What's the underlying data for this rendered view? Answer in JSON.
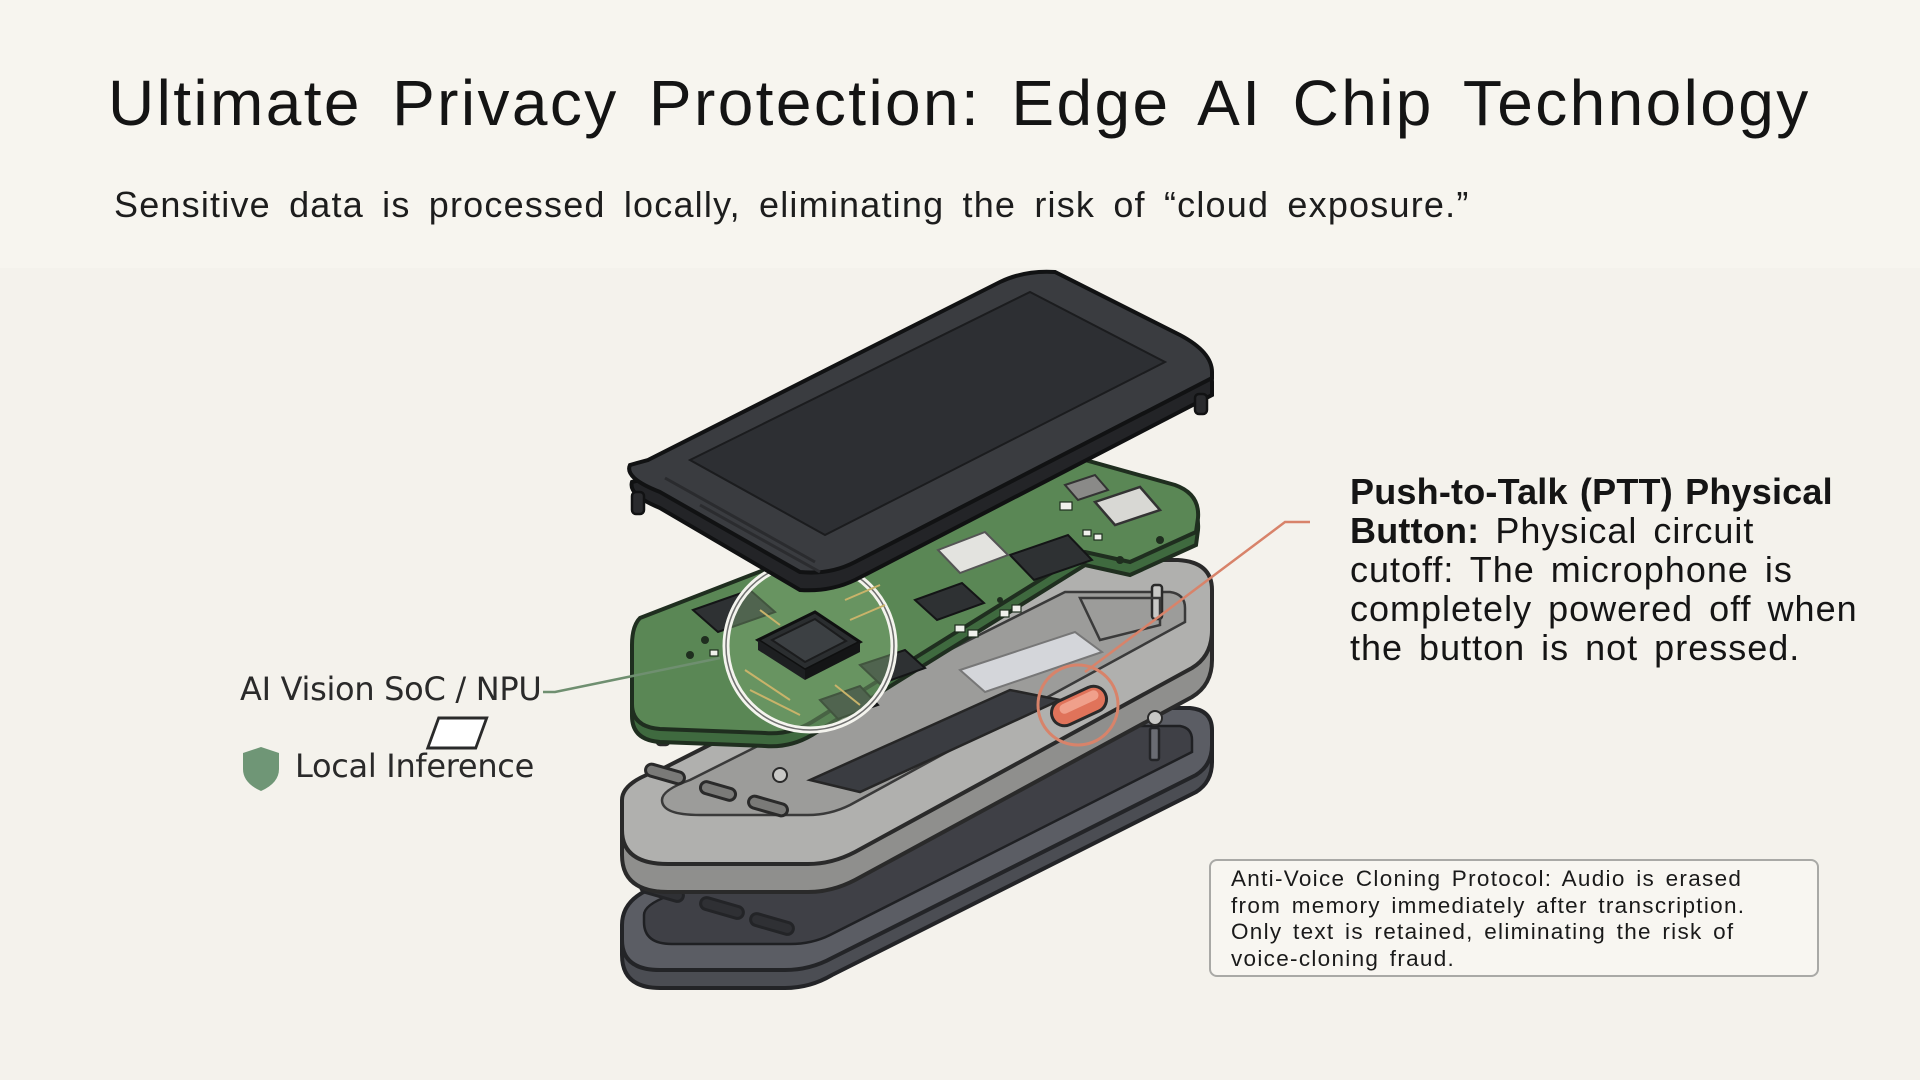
{
  "header": {
    "title": "Ultimate Privacy Protection: Edge AI Chip Technology",
    "subtitle": "Sensitive data is processed locally, eliminating the risk of  “cloud exposure.”"
  },
  "labels": {
    "soc": "AI Vision SoC / NPU",
    "local_inference": "Local Inference",
    "ptt_title": "Push-to-Talk (PTT) Physical Button:",
    "ptt_body": " Physical circuit cutoff: The microphone is completely powered off when the button is not pressed.",
    "note": "Anti-Voice Cloning Protocol: Audio is erased from memory immediately after transcription. Only text is retained, eliminating the risk of voice-cloning fraud."
  },
  "icons": {
    "shield": "shield-icon",
    "npu": "chip-magnifier-icon",
    "ptt": "ptt-button-icon"
  },
  "colors": {
    "background": "#f7f5ef",
    "pcb_green": "#4f7a4d",
    "shield_green": "#6f9676",
    "ptt_orange": "#e0735a",
    "callout_orange": "#d8836a",
    "screen": "#333538",
    "frame_gray": "#a8a8a6",
    "bottom_case": "#4b4d53"
  }
}
